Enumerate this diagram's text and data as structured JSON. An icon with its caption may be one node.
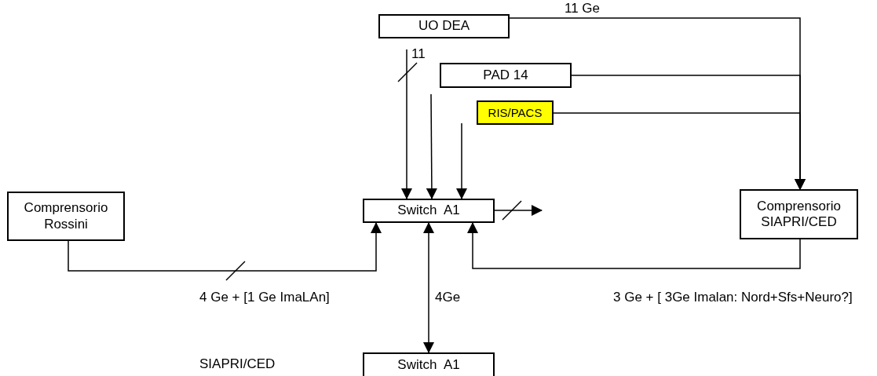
{
  "diagram": {
    "nodes": [
      {
        "text": [
          "UO DEA"
        ]
      },
      {
        "text": [
          "PAD 14"
        ]
      },
      {
        "text": [
          "RIS/PACS"
        ]
      },
      {
        "text": [
          "Switch  A1"
        ]
      },
      {
        "text": [
          "Comprensorio Rossini"
        ]
      },
      {
        "text": [
          "Comprensorio SIAPRI/CED"
        ]
      },
      {
        "text": [
          "Switch  A1"
        ]
      }
    ],
    "edges": [
      {
        "from": 0,
        "to": 5,
        "arrow": "to",
        "label": "11 Ge"
      },
      {
        "from": 1,
        "to": 5,
        "arrow": "to"
      },
      {
        "from": 2,
        "to": 5,
        "arrow": "to"
      },
      {
        "from": null,
        "to": 3,
        "arrow": "to",
        "label": "11"
      },
      {
        "from": null,
        "to": 3,
        "arrow": "to"
      },
      {
        "from": null,
        "to": 3,
        "arrow": "to"
      },
      {
        "from": 4,
        "to": 3,
        "arrow": "to",
        "label": "4 Ge + [1 Ge ImaLAn]"
      },
      {
        "from": 3,
        "to": 6,
        "arrow": "both",
        "label": "4Ge"
      },
      {
        "from": 5,
        "to": 3,
        "arrow": "to",
        "label": "3 Ge + [ 3Ge Imalan: Nord+Sfs+Neuro?]"
      },
      {
        "from": 3,
        "to": null,
        "arrow": "to"
      }
    ],
    "labels": [
      "SIAPRI/CED"
    ]
  }
}
